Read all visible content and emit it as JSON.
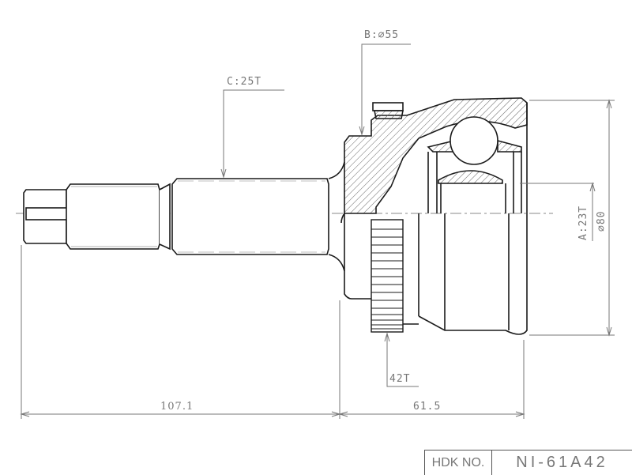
{
  "drawing": {
    "type": "CV joint technical drawing (outer constant velocity joint, cross-section)",
    "callouts": {
      "b": {
        "label": "B:⌀55",
        "meaning": "seal diameter 55"
      },
      "c": {
        "label": "C:25T",
        "meaning": "shaft spline 25 teeth"
      },
      "a": {
        "label": "A:23T",
        "meaning": "inner spline 23 teeth"
      },
      "outer_diameter": {
        "label": "⌀80"
      },
      "abs_ring": {
        "label": "42T",
        "meaning": "ABS tone ring 42 teeth"
      }
    },
    "dimensions": {
      "shaft_length": "107.1",
      "bell_length": "61.5"
    }
  },
  "title_block": {
    "key": "HDK NO.",
    "value": "NI-61A42"
  },
  "colors": {
    "line": "#1a1a1a",
    "dim_line": "#777777",
    "text": "#777777",
    "hatch": "#555555",
    "background": "#ffffff"
  }
}
